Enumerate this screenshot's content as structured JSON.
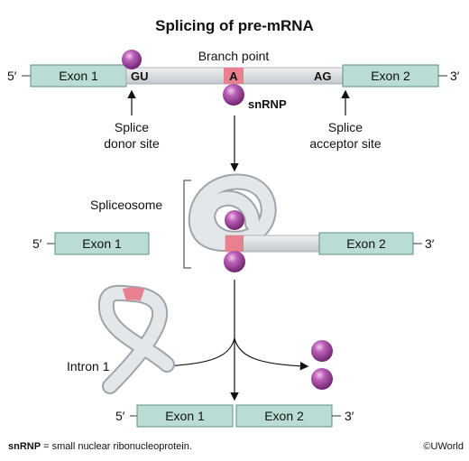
{
  "title": "Splicing of pre-mRNA",
  "labels": {
    "five_prime": "5′",
    "three_prime": "3′",
    "exon1": "Exon 1",
    "exon2": "Exon 2",
    "gu": "GU",
    "ag": "AG",
    "a": "A",
    "branch_point": "Branch point",
    "snrnp": "snRNP",
    "splice_donor_line1": "Splice",
    "splice_donor_line2": "donor site",
    "splice_acceptor_line1": "Splice",
    "splice_acceptor_line2": "acceptor site",
    "spliceosome": "Spliceosome",
    "intron1": "Intron 1"
  },
  "footnote": {
    "term": "snRNP",
    "definition": " = small nuclear ribonucleoprotein."
  },
  "copyright": "©UWorld",
  "colors": {
    "exon": "#b9ddd4",
    "intron": "#d9dde0",
    "branch": "#e9808f",
    "snrnp": "#a04aa0"
  }
}
